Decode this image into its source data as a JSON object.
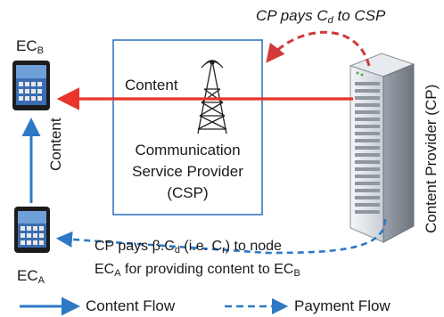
{
  "nodes": {
    "ecb": {
      "base": "EC",
      "sub": "B"
    },
    "eca": {
      "base": "EC",
      "sub": "A"
    },
    "csp": {
      "line1": "Communication",
      "line2": "Service Provider",
      "line3": "(CSP)"
    },
    "cp": {
      "label": "Content Provider (CP)"
    }
  },
  "arrows": {
    "content_horizontal": "Content",
    "content_vertical": "Content",
    "cp_pays": {
      "pre": "CP pays C",
      "sub": "d",
      "post": " to CSP"
    },
    "eca_pays": {
      "line1_pre": "CP pays β.C",
      "line1_sub1": "d",
      "line1_mid": " (i.e. C",
      "line1_sub2": "r",
      "line1_post": ") to node",
      "line2_pre": "EC",
      "line2_sub1": "A",
      "line2_mid": " for providing content to EC",
      "line2_sub2": "B"
    }
  },
  "legend": {
    "content_flow": "Content Flow",
    "payment_flow": "Payment Flow"
  },
  "colors": {
    "content_arrow": "#e8342a",
    "payment_arrow": "#d23a3a",
    "blue_arrow": "#2d79c6",
    "box_border": "#2a6ebb"
  }
}
